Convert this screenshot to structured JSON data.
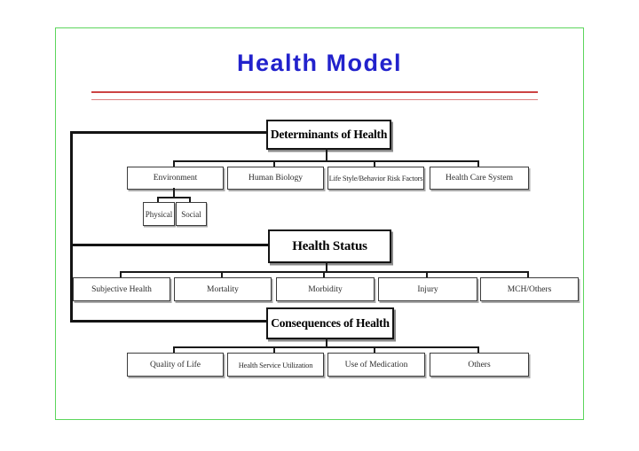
{
  "slide": {
    "title": "Health Model",
    "title_color": "#2222cc",
    "border_color": "#5cd65c",
    "rule_color": "#cc4343"
  },
  "diagram": {
    "sections": [
      {
        "header": "Determinants of Health",
        "children": [
          {
            "label": "Environment"
          },
          {
            "label": "Human Biology"
          },
          {
            "label": "Life Style/Behavior Risk Factors"
          },
          {
            "label": "Health Care System"
          }
        ],
        "sub_children": [
          {
            "label": "Physical"
          },
          {
            "label": "Social"
          }
        ]
      },
      {
        "header": "Health Status",
        "children": [
          {
            "label": "Subjective Health"
          },
          {
            "label": "Mortality"
          },
          {
            "label": "Morbidity"
          },
          {
            "label": "Injury"
          },
          {
            "label": "MCH/Others"
          }
        ]
      },
      {
        "header": "Consequences of Health",
        "children": [
          {
            "label": "Quality of Life"
          },
          {
            "label": "Health Service Utilization"
          },
          {
            "label": "Use of Medication"
          },
          {
            "label": "Others"
          }
        ]
      }
    ]
  }
}
